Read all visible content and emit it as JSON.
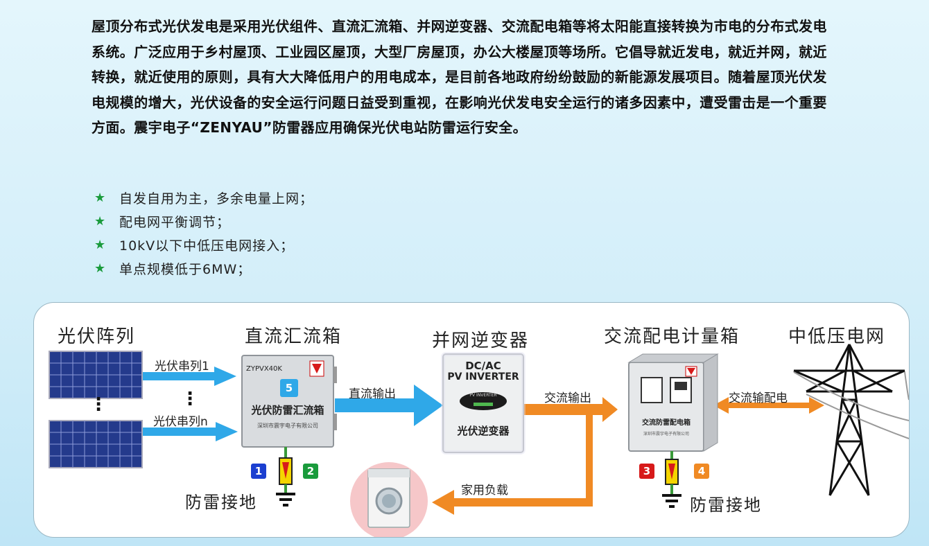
{
  "intro": {
    "paragraph": "屋顶分布式光伏发电是采用光伏组件、直流汇流箱、并网逆变器、交流配电箱等将太阳能直接转换为市电的分布式发电系统。广泛应用于乡村屋顶、工业园区屋顶，大型厂房屋顶，办公大楼屋顶等场所。它倡导就近发电，就近并网，就近转换，就近使用的原则，具有大大降低用户的用电成本，是目前各地政府纷纷鼓励的新能源发展项目。随着屋顶光伏发电规模的增大，光伏设备的安全运行问题日益受到重视，在影响光伏发电安全运行的诸多因素中，遭受雷击是一个重要方面。震宇电子“ZENYAU”防雷器应用确保光伏电站防雷运行安全。"
  },
  "bullets": [
    "自发自用为主，多余电量上网；",
    "配电网平衡调节；",
    "10kV以下中低压电网接入；",
    "单点规模低于6MW；"
  ],
  "diagram": {
    "headings": {
      "pv_array": "光伏阵列",
      "combiner": "直流汇流箱",
      "inverter": "并网逆变器",
      "ac_box": "交流配电计量箱",
      "grid": "中低压电网"
    },
    "labels": {
      "string_1": "光伏串列1",
      "string_n": "光伏串列n",
      "dc_output": "直流输出",
      "ac_output": "交流输出",
      "ac_distribution": "交流输配电",
      "household_load": "家用负载",
      "grounding_left": "防雷接地",
      "grounding_right": "防雷接地",
      "vdots_left": "⋮",
      "vdots_mid": "⋮"
    },
    "combiner_box": {
      "model": "ZYPVX40K",
      "badge": "5",
      "name": "光伏防雷汇流箱",
      "maker": "深圳市震宇电子有限公司"
    },
    "inverter_box": {
      "title_line1": "DC/AC",
      "title_line2": "PV INVERTER",
      "display": "PV INVERTER",
      "name": "光伏逆变器"
    },
    "ac_cabinet": {
      "name": "交流防雷配电箱",
      "maker": "深圳市震宇电子有限公司"
    },
    "badges": {
      "b1": "1",
      "b2": "2",
      "b3": "3",
      "b4": "4",
      "colors": {
        "b1": "#1b3fd0",
        "b2": "#1a9b3c",
        "b3": "#d71a1a",
        "b4": "#f08a24",
        "b5": "#2fa8e8"
      }
    },
    "colors": {
      "dc_arrow": "#2fa8e8",
      "ac_arrow": "#f08a24"
    }
  }
}
